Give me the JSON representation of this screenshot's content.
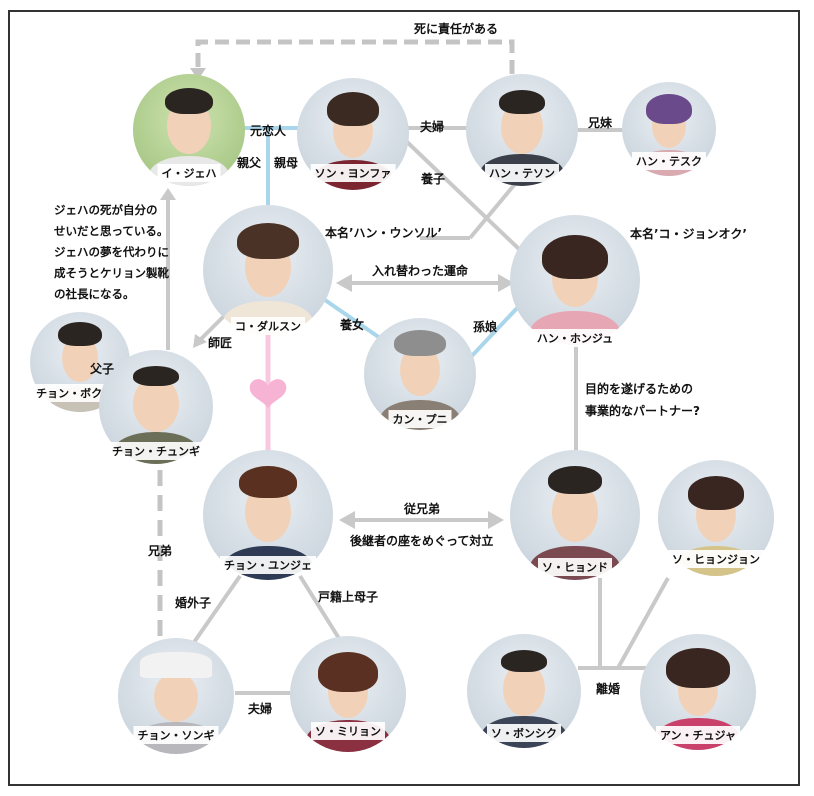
{
  "characters": {
    "lee_jaeha": "イ・ジェハ",
    "song_yeonghwa": "ソン・ヨンファ",
    "han_taesun": "ハン・テソン",
    "han_taesuk": "ハン・テスク",
    "go_dalsun": "コ・ダルスン",
    "han_hongju": "ハン・ホンジュ",
    "kang_buni": "カン・プニ",
    "jeong_bokman": "チョン・ボクナム",
    "jeong_chungi": "チョン・チュンギ",
    "jeong_yunje": "チョン・ユンジェ",
    "so_hyeondo": "ソ・ヒョンド",
    "so_hyeongjeong": "ソ・ヒョンジョン",
    "jeong_songi": "チョン・ソンギ",
    "so_miryeon": "ソ・ミリョン",
    "so_bonsik": "ソ・ボンシク",
    "an_chuja": "アン・チュジャ"
  },
  "relations": {
    "responsible_for_death": "死に責任がある",
    "former_lover": "元恋人",
    "father": "親父",
    "mother": "親母",
    "married_1": "夫婦",
    "adopted_son": "養子",
    "sister": "兄妹",
    "real_name_dalsun": "本名’ハン・ウンソル’",
    "real_name_hongju": "本名’コ・ジョンオク’",
    "swapped_fate": "入れ替わった運命",
    "adopted_daughter": "養女",
    "granddaughter": "孫娘",
    "master": "師匠",
    "father_son": "父子",
    "business_partner": [
      "目的を遂げるための",
      "事業的なパートナー?"
    ],
    "brothers": "兄弟",
    "cousins": "従兄弟",
    "rivalry": "後継者の座をめぐって対立",
    "illegitimate_child": "婚外子",
    "registered_mother_son": "戸籍上母子",
    "married_2": "夫婦",
    "divorced": "離婚"
  },
  "note_lines": [
    "ジェハの死が自分の",
    "せいだと思っている。",
    "ジェハの夢を代わりに",
    "成そうとケリョン製靴",
    "の社長になる。"
  ],
  "colors": {
    "gray_line": "#c9c9c9",
    "blue_line": "#a9d6ea",
    "pink_line": "#f8c8e0",
    "heart": "#f7b3d4",
    "dashed": "#c4c4c4"
  }
}
